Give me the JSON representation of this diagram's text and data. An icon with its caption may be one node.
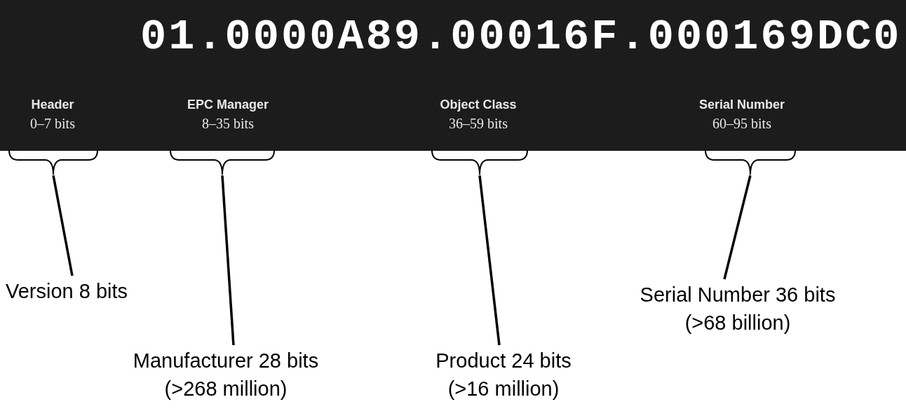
{
  "diagram": {
    "nodes": [
      {
        "text": [],
        "shape": "brace"
      },
      {
        "text": [],
        "shape": "brace"
      },
      {
        "text": [],
        "shape": "brace"
      },
      {
        "text": [],
        "shape": "brace"
      },
      {
        "text": [
          "Version 8 bits"
        ]
      },
      {
        "text": [
          "Manufacturer 28 bits",
          "(>268 million)"
        ]
      },
      {
        "text": [
          "Product 24 bits",
          "(>16 million)"
        ]
      },
      {
        "text": [
          "Serial Number 36 bits",
          "(>68 billion)"
        ]
      }
    ],
    "edges": [
      {
        "from": 4,
        "to": 0,
        "arrow": "none"
      },
      {
        "from": 5,
        "to": 1,
        "arrow": "none"
      },
      {
        "from": 6,
        "to": 2,
        "arrow": "none"
      },
      {
        "from": 7,
        "to": 3,
        "arrow": "none"
      }
    ],
    "labels": [
      "01.0000A89.00016F.000169DC0",
      "Header",
      "EPC Manager",
      "Object Class",
      "Serial Number",
      "0–7 bits",
      "8–35 bits",
      "36–59 bits",
      "60–95 bits"
    ]
  }
}
